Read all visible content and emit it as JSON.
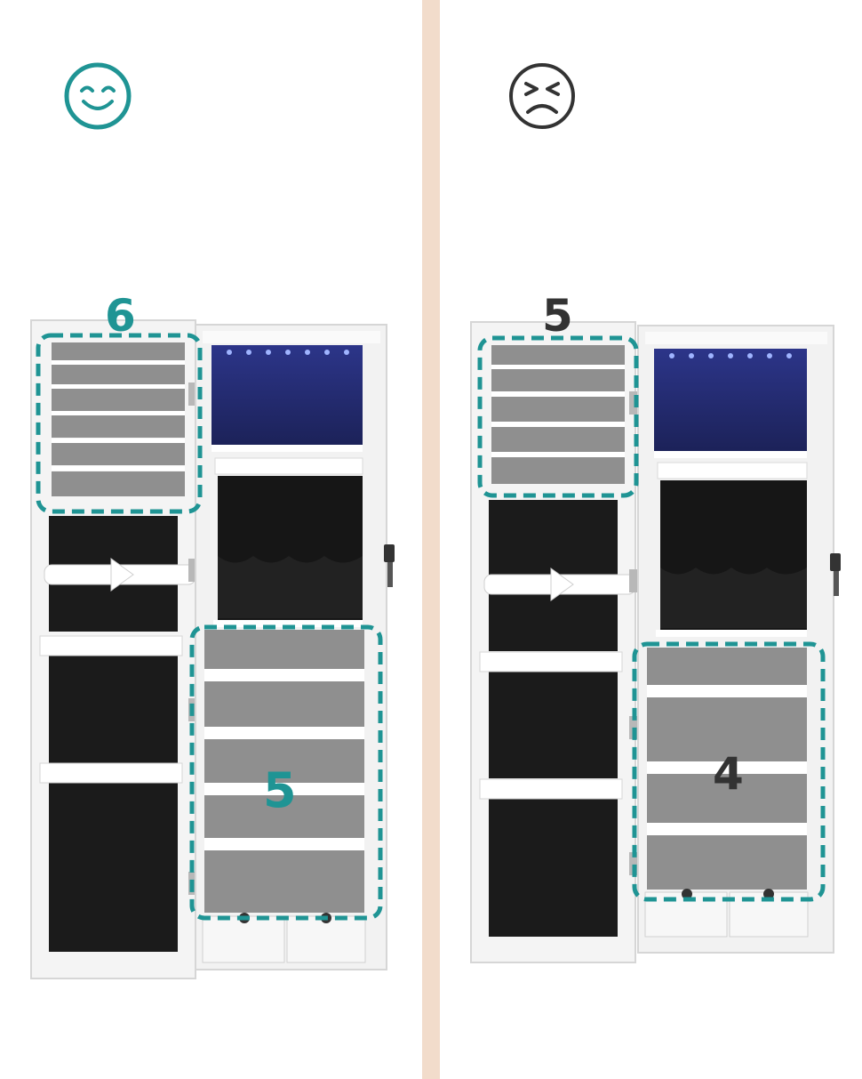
{
  "comparison": {
    "left": {
      "verdict_icon": "smiley-face-icon",
      "top_count": "6",
      "bottom_count": "5",
      "color": "#1f9494"
    },
    "right": {
      "verdict_icon": "frowning-face-icon",
      "top_count": "5",
      "bottom_count": "4",
      "color": "#333333"
    }
  },
  "colors": {
    "divider": "#f2dccb",
    "highlight": "#1f9494",
    "cabinet": "#f5f5f5",
    "felt": "#1a1a1a",
    "shelf_grey": "#8d8d8d",
    "led_blue": "#2a2f7a"
  }
}
